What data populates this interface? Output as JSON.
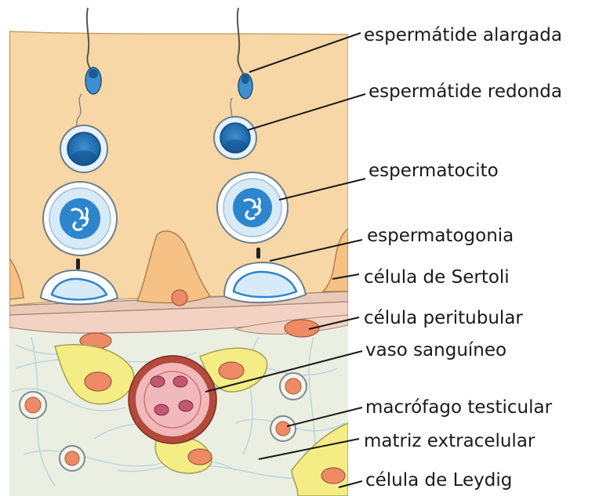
{
  "labels": {
    "elongated_spermatid": "espermátide alargada",
    "round_spermatid": "espermátide redonda",
    "spermatocyte": "espermatocito",
    "spermatogonium": "espermatogonia",
    "sertoli_cell": "célula de Sertoli",
    "peritubular_cell": "célula peritubular",
    "blood_vessel": "vaso sanguíneo",
    "testicular_macrophage": "macrófago testicular",
    "extracellular_matrix": "matriz extracelular",
    "leydig_cell": "célula de Leydig"
  },
  "colors": {
    "tubule_epithelium": "#f8d7a6",
    "sertoli_cell": "#f6c184",
    "interstitium": "#eaefe2",
    "fibers": "#b9d2df",
    "leydig_cell": "#f4ed86",
    "nucleus": "#ee8a65",
    "germ_nucleus": "#1e6fb5",
    "vessel_wall": "#b34a3a",
    "vessel_lumen": "#f2b9bc"
  }
}
